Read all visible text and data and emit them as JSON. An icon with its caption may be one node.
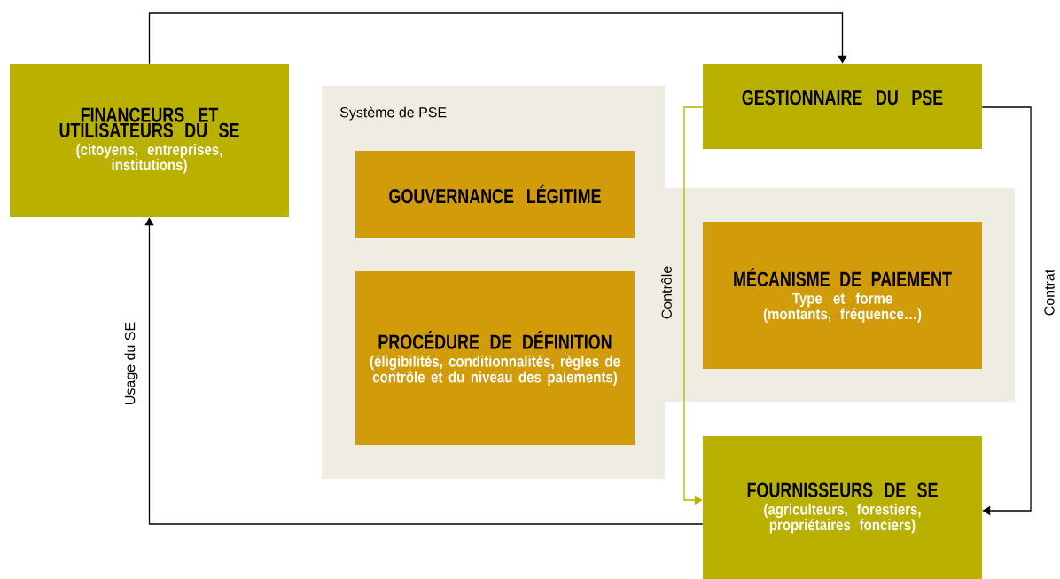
{
  "diagram": {
    "nodes": [
      {
        "text": [
          "FINANCEURS ET UTILISATEURS DU SE",
          "(citoyens, entreprises, institutions)"
        ]
      },
      {
        "text": [
          "Système de PSE"
        ]
      },
      {
        "text": [
          "GOUVERNANCE LÉGITIME"
        ],
        "in": 1
      },
      {
        "text": [
          "PROCÉDURE DE DÉFINITION",
          "(éligibilités, conditionnalités, règles de contrôle et du niveau des paiements)"
        ],
        "in": 1
      },
      {
        "text": [
          "GESTIONNAIRE DU PSE"
        ]
      },
      {
        "text": [
          "MÉCANISME DE PAIEMENT",
          "Type et forme (montants, fréquence…)"
        ],
        "in": 1
      },
      {
        "text": [
          "FOURNISSEURS DE SE",
          "(agriculteurs, forestiers, propriétaires fonciers)"
        ]
      }
    ],
    "edges": [
      {
        "from": 0,
        "to": 4,
        "arrow": "to"
      },
      {
        "from": 4,
        "to": 6,
        "arrow": "to",
        "label": "Contrat"
      },
      {
        "from": 4,
        "to": 6,
        "arrow": "to",
        "label": "Contrôle",
        "color": "#b9b000"
      },
      {
        "from": 6,
        "to": 0,
        "arrow": "to",
        "label": "Usage du SE"
      }
    ]
  }
}
